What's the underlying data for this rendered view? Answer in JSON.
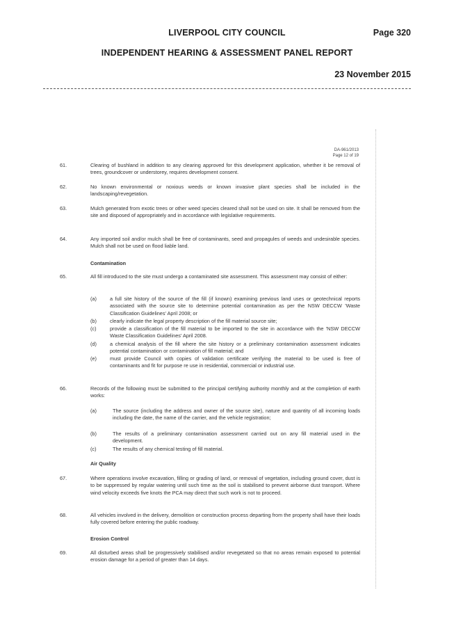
{
  "header": {
    "council": "LIVERPOOL CITY COUNCIL",
    "page": "Page 320",
    "panel": "INDEPENDENT HEARING & ASSESSMENT PANEL REPORT",
    "date": "23 November 2015"
  },
  "scan": {
    "ref_line1": "DA-961/2013",
    "ref_line2": "Page 12 of 19",
    "items": [
      {
        "num": "61.",
        "text": "Clearing of bushland in addition to any clearing approved for this development application, whether it be removal of trees, groundcover or understorey, requires development consent."
      },
      {
        "num": "62.",
        "text": "No known environmental or noxious weeds or known invasive plant species shall be included in the landscaping/revegetation."
      },
      {
        "num": "63.",
        "text": "Mulch generated from exotic trees or other weed species cleared shall not be used on site. It shall be removed from the site and disposed of appropriately and in accordance with legislative requirements."
      },
      {
        "num": "64.",
        "text": "Any imported soil and/or mulch shall be free of contaminants, seed and propagules of weeds and undesirable species. Mulch shall not be used on flood liable land."
      },
      {
        "num": "65.",
        "text": "All fill introduced to the site must undergo a contaminated site assessment. This assessment may consist of either:"
      },
      {
        "num": "66.",
        "text": "Records of the following must be submitted to the principal certifying authority monthly and at the completion of earth works:"
      },
      {
        "num": "67.",
        "text": "Where operations involve excavation, filling or grading of land, or removal of vegetation, including ground cover, dust is to be suppressed by regular watering until such time as the soil is stabilised to prevent airborne dust transport. Where wind velocity exceeds five knots the PCA may direct that such work is not to proceed."
      },
      {
        "num": "68.",
        "text": "All vehicles involved in the delivery, demolition or construction process departing from the property shall have their loads fully covered before entering the public roadway."
      },
      {
        "num": "69.",
        "text": "All disturbed areas shall be progressively stabilised and/or revegetated so that no areas remain exposed to potential erosion damage for a period of greater than 14 days."
      }
    ],
    "headings": {
      "contamination": "Contamination",
      "air_quality": "Air Quality",
      "erosion_control": "Erosion Control"
    },
    "sub65": [
      {
        "label": "(a)",
        "text": "a full site history of the source of the fill (if known) examining previous land uses or geotechnical reports associated with the source site to determine potential contamination as per the NSW DECCW 'Waste Classification Guidelines' April 2008; or"
      },
      {
        "label": "(b)",
        "text": "clearly indicate the legal property description of the fill material source site;"
      },
      {
        "label": "(c)",
        "text": "provide a classification of the fill material to be imported to the site in accordance with the 'NSW DECCW Waste Classification Guidelines' April 2008."
      },
      {
        "label": "(d)",
        "text": "a chemical analysis of the fill where the site history or a preliminary contamination assessment indicates potential contamination or contamination of fill material; and"
      },
      {
        "label": "(e)",
        "text": "must provide Council with copies of validation certificate verifying the material to be used is free of contaminants and fit for purpose re use in residential, commercial or industrial use."
      }
    ],
    "sub66": [
      {
        "label": "(a)",
        "text": "The source (including the address and owner of the source site), nature and quantity of all incoming loads including the date, the name of the carrier, and the vehicle registration;"
      },
      {
        "label": "(b)",
        "text": "The results of a preliminary contamination assessment carried out on any fill material used in the development."
      },
      {
        "label": "(c)",
        "text": "The results of any chemical testing of fill material."
      }
    ]
  }
}
